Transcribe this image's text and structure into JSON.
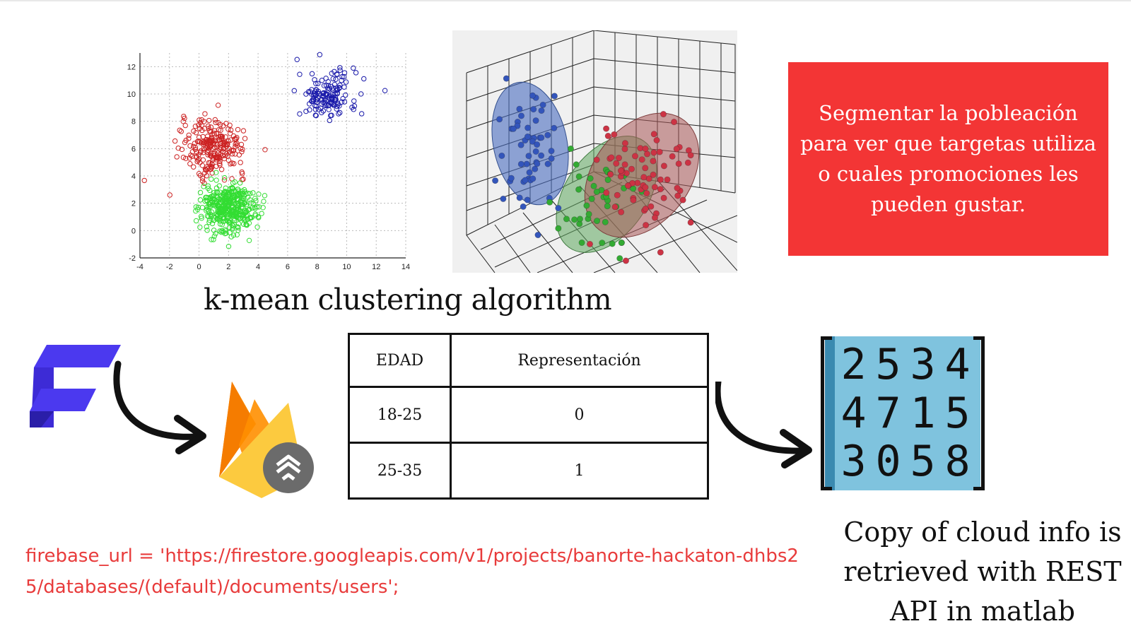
{
  "chart_data": [
    {
      "type": "scatter",
      "title": "",
      "xlabel": "",
      "ylabel": "",
      "xlim": [
        -4,
        14
      ],
      "ylim": [
        -2,
        13
      ],
      "xticks": [
        -4,
        -2,
        0,
        2,
        4,
        6,
        8,
        10,
        12,
        14
      ],
      "yticks": [
        -2,
        0,
        2,
        4,
        6,
        8,
        10,
        12
      ],
      "grid": true,
      "series": [
        {
          "color": "#1a1aaa",
          "center": [
            8.7,
            9.9
          ],
          "spread": [
            1.0,
            0.9
          ],
          "count": 150,
          "marker": "circle-open"
        },
        {
          "color": "#cc2222",
          "center": [
            1.0,
            6.1
          ],
          "spread": [
            1.1,
            1.0
          ],
          "count": 250,
          "marker": "circle-open"
        },
        {
          "color": "#33dd33",
          "center": [
            2.0,
            1.7
          ],
          "spread": [
            0.9,
            0.9
          ],
          "count": 400,
          "marker": "circle-open"
        }
      ]
    },
    {
      "type": "scatter",
      "title": "",
      "grid": true,
      "series": [
        {
          "color": "#3355bb",
          "ellipse_color": "#5577bb",
          "count": 55
        },
        {
          "color": "#33aa33",
          "ellipse_color": "#66aa66",
          "count": 40
        },
        {
          "color": "#cc3344",
          "ellipse_color": "#b06060",
          "count": 75
        }
      ]
    }
  ],
  "caption": "k-mean clustering algorithm",
  "note": {
    "lines": [
      "Segmentar la pobleación",
      "para ver que targetas utiliza",
      "o cuales promociones les",
      "pueden gustar."
    ]
  },
  "table": {
    "headers": [
      "EDAD",
      "Representación"
    ],
    "rows": [
      [
        "18-25",
        "0"
      ],
      [
        "25-35",
        "1"
      ]
    ]
  },
  "matrix": {
    "rows": [
      [
        "2",
        "5",
        "3",
        "4"
      ],
      [
        "4",
        "7",
        "1",
        "5"
      ],
      [
        "3",
        "0",
        "5",
        "8"
      ]
    ]
  },
  "code_line": "firebase_url = 'https://firestore.googleapis.com/v1/projects/banorte-hackaton-dhbs25/databases/(default)/documents/users';",
  "retrieved_text": {
    "lines": [
      "Copy of cloud info is",
      "retrieved with REST",
      "API in matlab"
    ]
  },
  "icons": {
    "flutterflow": "flutterflow-logo",
    "firebase": "firebase-logo",
    "arrows": "curved-arrow-icon"
  },
  "colors": {
    "note_bg": "#f33535",
    "code_text": "#e83b3b",
    "matrix_bg": "#7fc3de"
  }
}
